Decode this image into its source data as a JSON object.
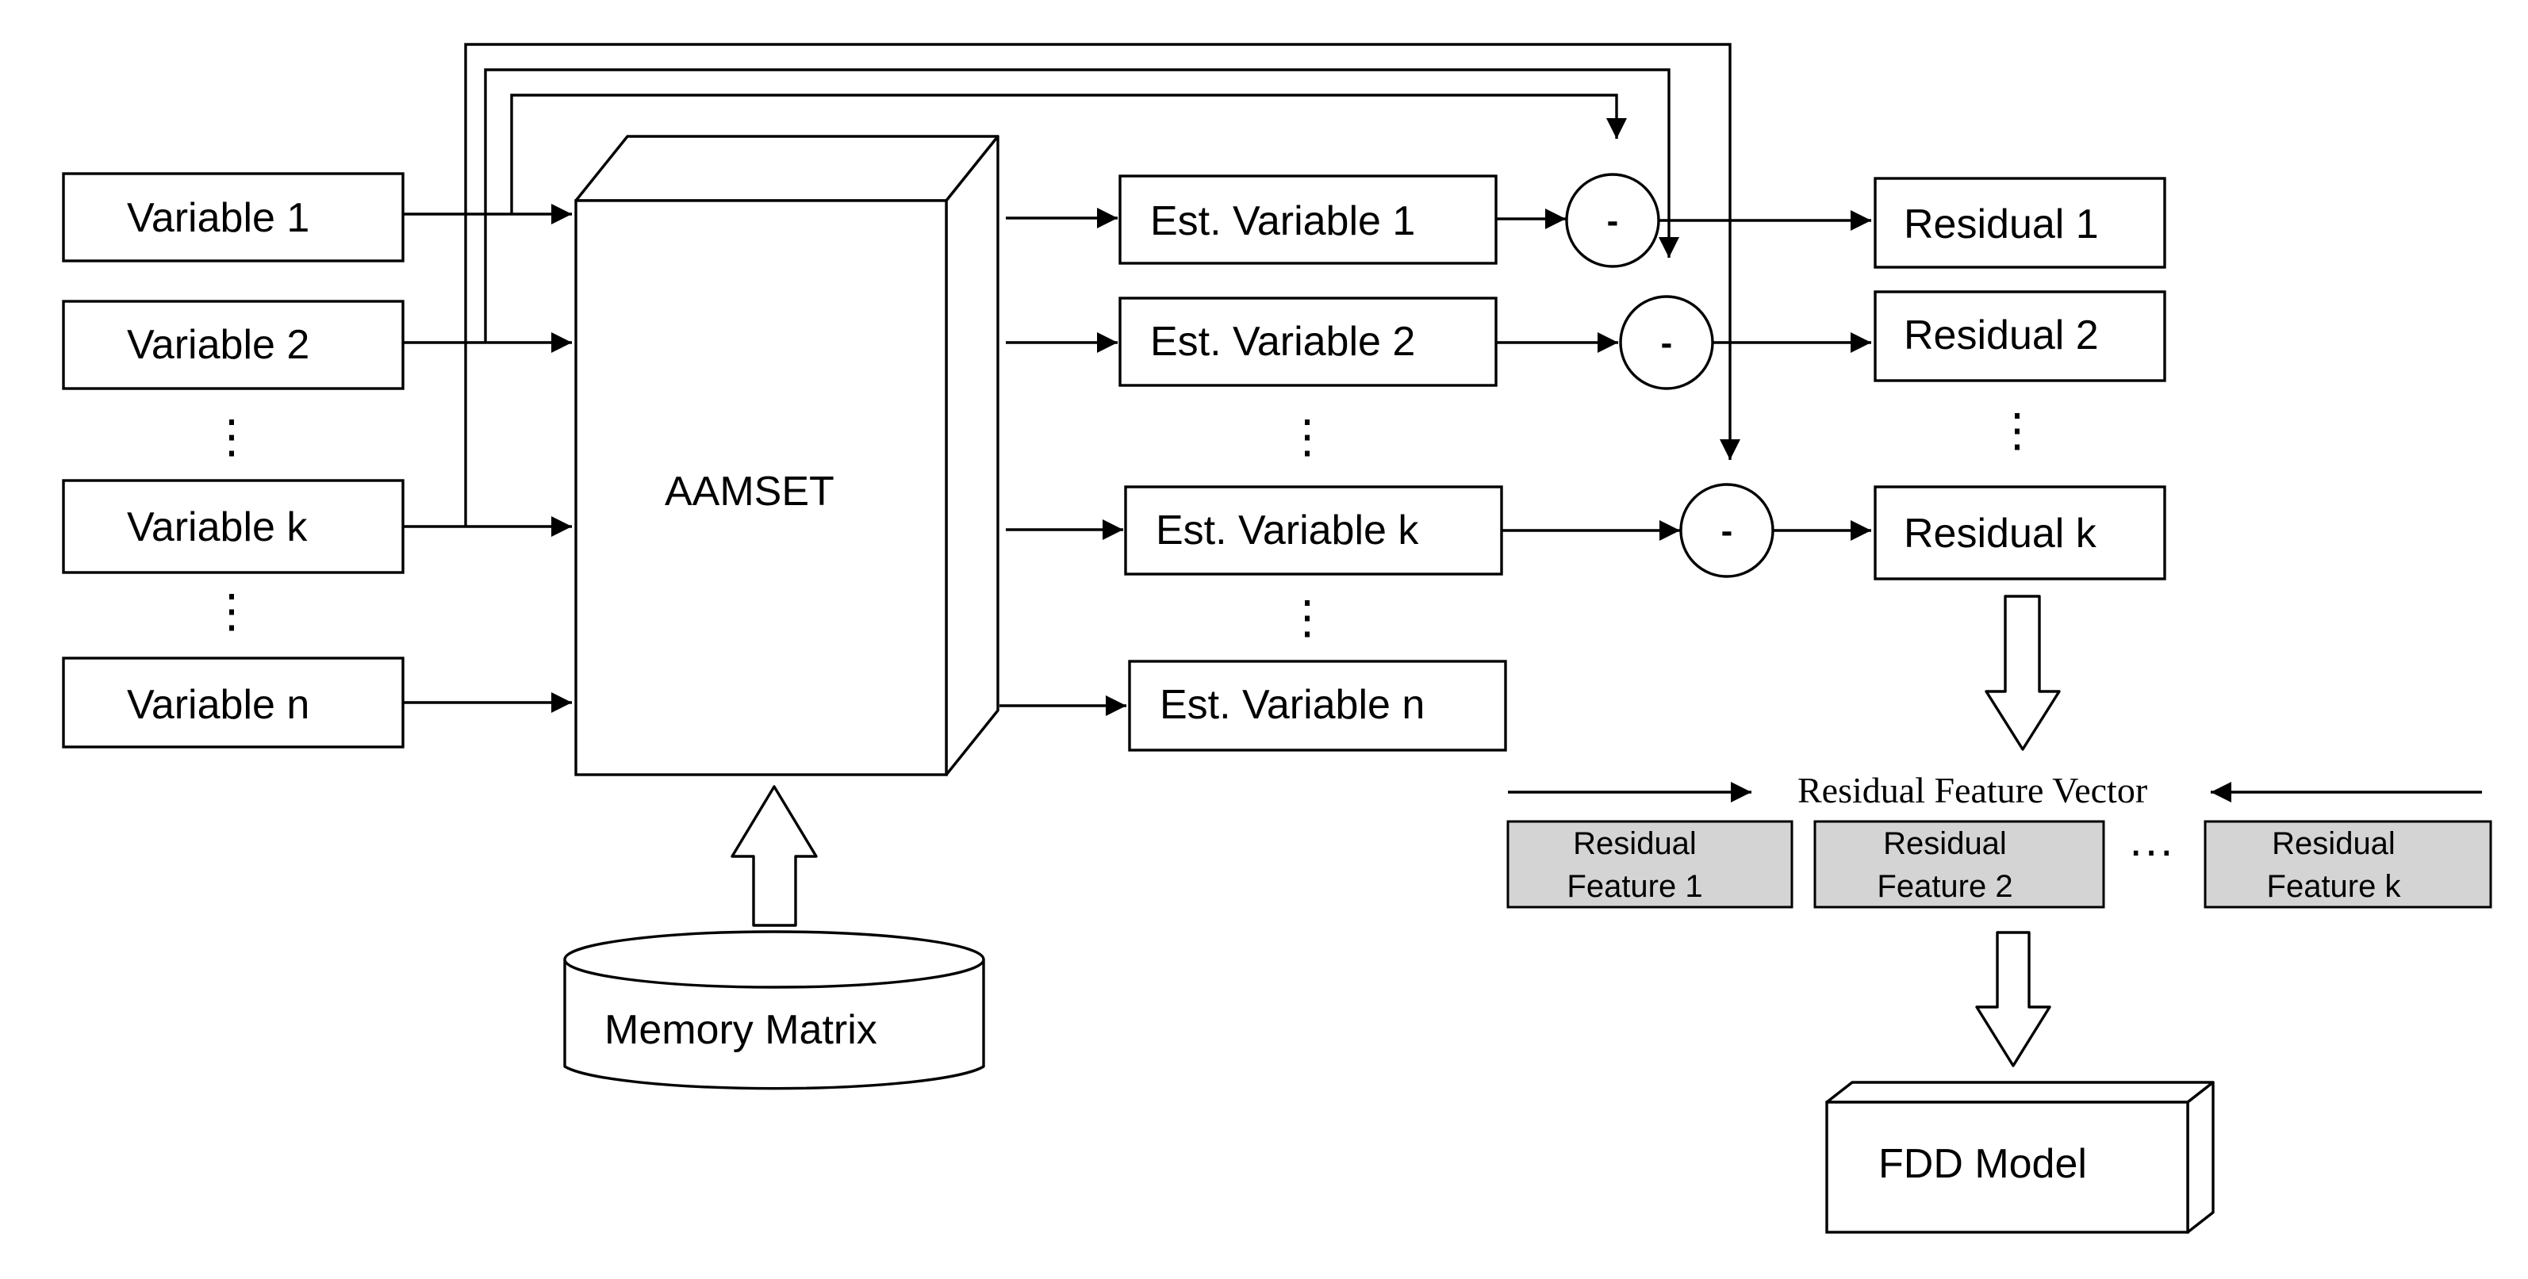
{
  "inputs": {
    "var1": "Variable 1",
    "var2": "Variable 2",
    "vark": "Variable k",
    "varn": "Variable n"
  },
  "core": {
    "label": "AAMSET"
  },
  "memory": {
    "label": "Memory Matrix"
  },
  "estimates": {
    "est1": "Est. Variable 1",
    "est2": "Est. Variable 2",
    "estk": "Est. Variable k",
    "estn": "Est. Variable n"
  },
  "subtractor_symbol": "-",
  "residuals": {
    "res1": "Residual 1",
    "res2": "Residual 2",
    "resk": "Residual k"
  },
  "feature_vector": {
    "title": "Residual Feature Vector",
    "features": [
      {
        "line1": "Residual",
        "line2": "Feature 1"
      },
      {
        "line1": "Residual",
        "line2": "Feature 2"
      },
      {
        "line1": "Residual",
        "line2": "Feature k"
      }
    ]
  },
  "fdd": {
    "label": "FDD Model"
  }
}
